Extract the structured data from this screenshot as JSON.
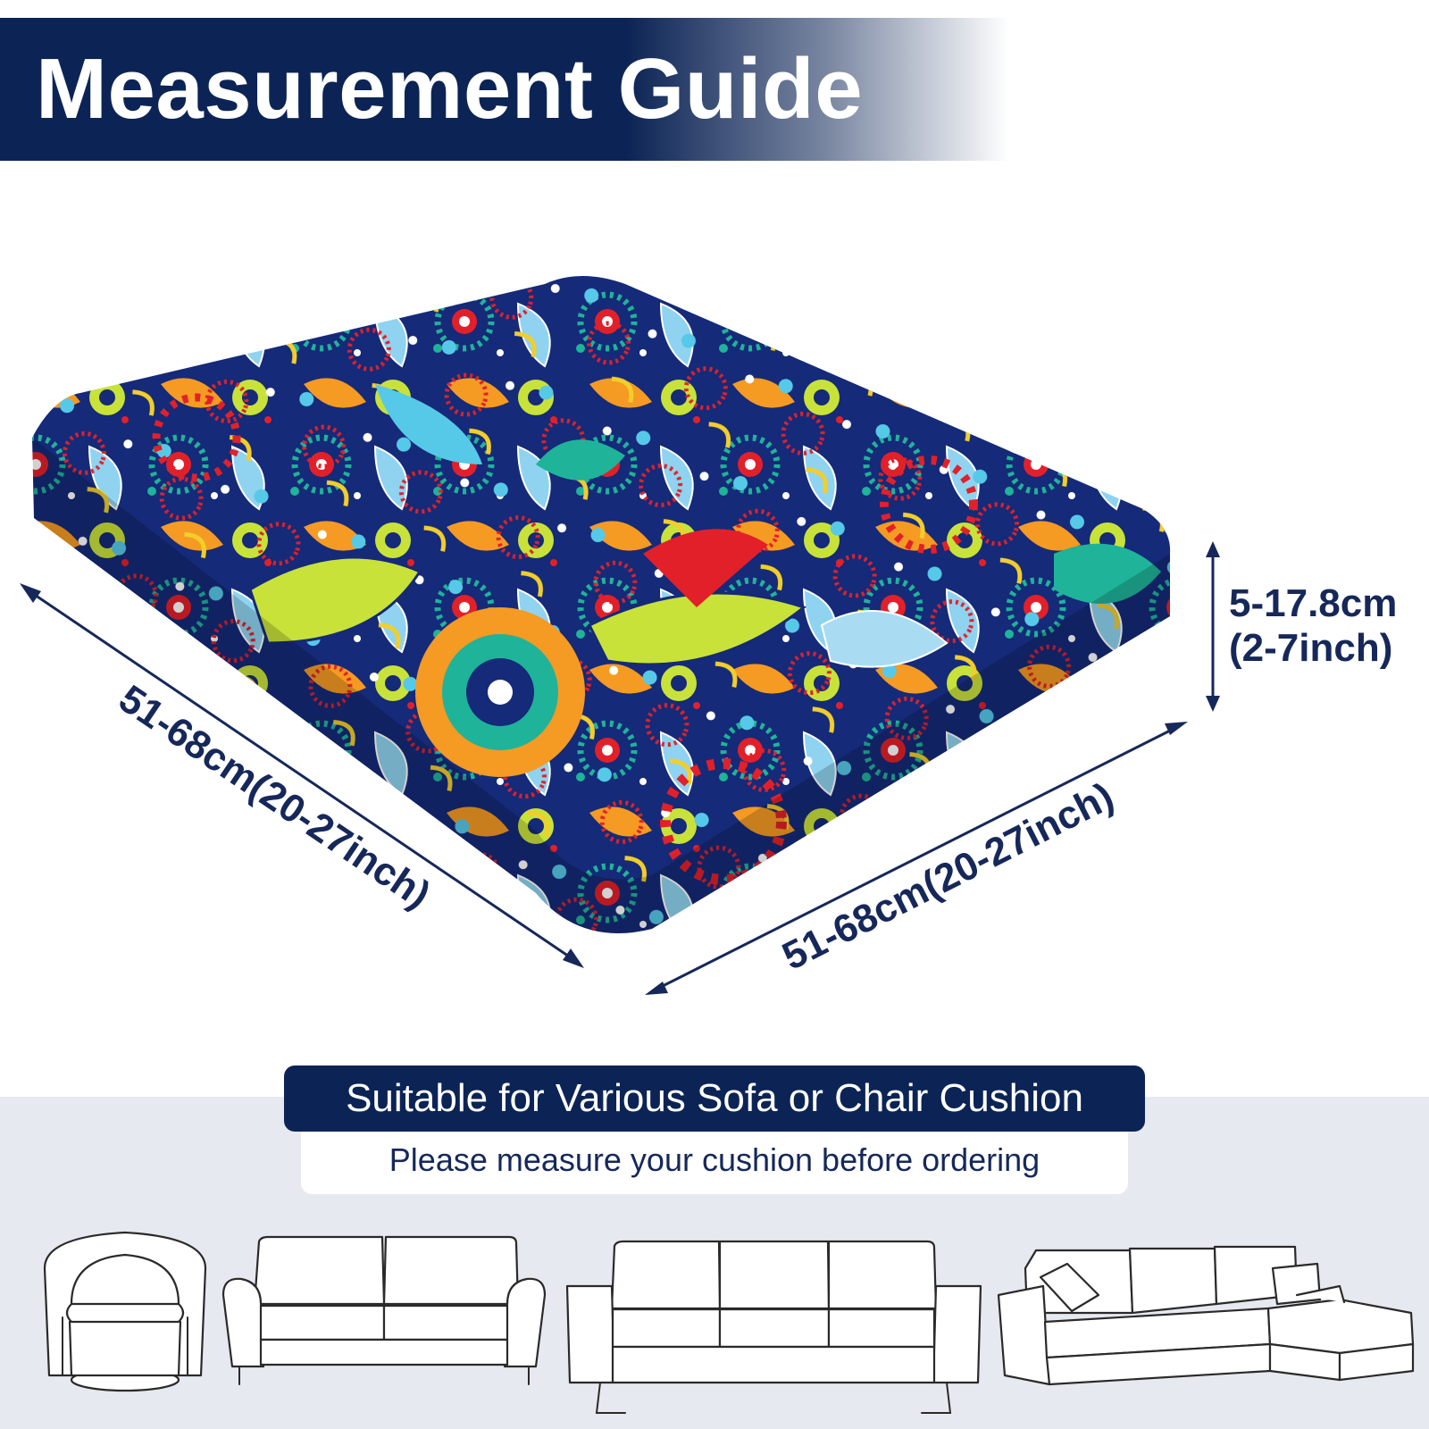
{
  "header": {
    "title": "Measurement Guide"
  },
  "dimensions": {
    "left_depth": "51-68cm(20-27inch)",
    "right_width": "51-68cm(20-27inch)",
    "height_cm": "5-17.8cm",
    "height_inch": "(2-7inch)"
  },
  "info": {
    "banner": "Suitable for Various Sofa or Chair Cushion",
    "note": "Please measure your cushion before ordering"
  },
  "colors": {
    "navy": "#0c2455",
    "dimension_text": "#16285a",
    "bottom_background": "#e6e9ef"
  },
  "furniture_icons": [
    "armchair-icon",
    "loveseat-icon",
    "three-seat-sofa-icon",
    "sectional-sofa-icon"
  ]
}
